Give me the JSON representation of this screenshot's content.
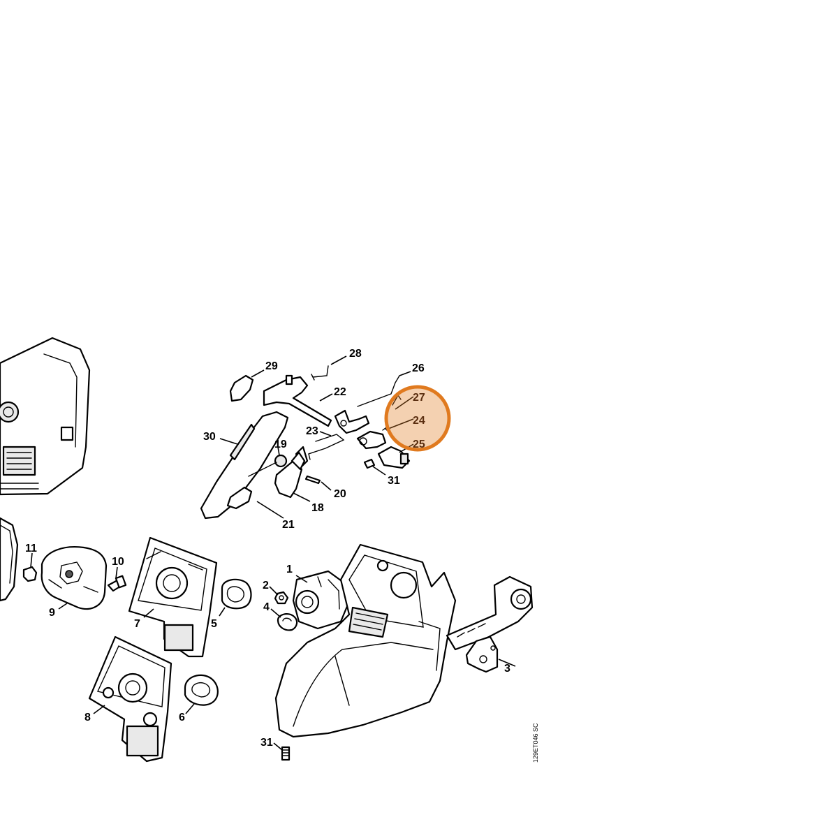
{
  "diagram": {
    "reference_code": "129ET046 SC",
    "highlight_color": "#e07a1f",
    "highlight_labels": [
      "27",
      "24",
      "25"
    ],
    "callouts": {
      "c1": "1",
      "c2": "2",
      "c3": "3",
      "c4": "4",
      "c5": "5",
      "c6": "6",
      "c7": "7",
      "c8": "8",
      "c9": "9",
      "c10": "10",
      "c11": "11",
      "c18": "18",
      "c19": "19",
      "c20": "20",
      "c21": "21",
      "c22": "22",
      "c23": "23",
      "c24": "24",
      "c25": "25",
      "c26": "26",
      "c27": "27",
      "c28": "28",
      "c29": "29",
      "c30": "30",
      "c31a": "31",
      "c31b": "31"
    }
  }
}
